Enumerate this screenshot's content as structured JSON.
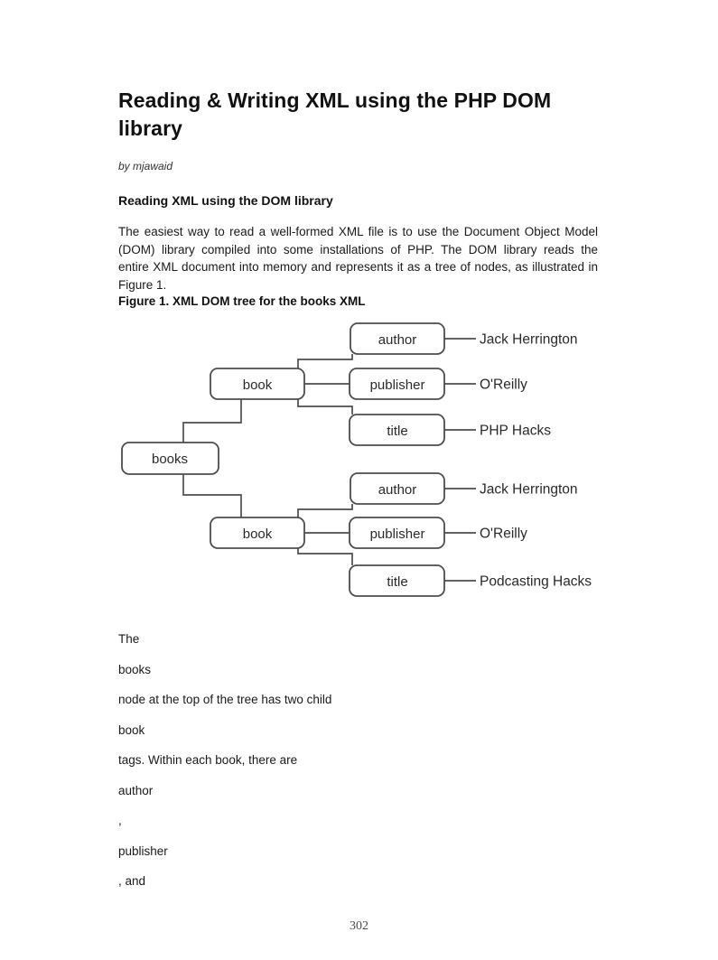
{
  "colors": {
    "page_background": "#ffffff",
    "text": "#1a1a1a",
    "page_number_text": "#4a4a4a",
    "diagram_stroke": "#4d4d4d"
  },
  "article": {
    "title_lines": [
      "Reading & Writing XML using the PHP DOM",
      "library"
    ],
    "byline": "by mjawaid",
    "section_heading": "Reading XML using the DOM library",
    "paragraph_lines": [
      "The easiest way to read a well-formed XML file is to use the Document Object Model",
      "(DOM) library compiled into some installations of PHP. The DOM library reads the",
      "entire XML document into memory and represents it as a tree of nodes, as illustrated in",
      "Figure 1."
    ],
    "figure_caption": "Figure 1. XML DOM tree for the books XML",
    "after_figure_lines": [
      "The",
      "books",
      "node at the top of the tree has two child",
      "book",
      "tags. Within each book, there are",
      "author",
      ",",
      "publisher",
      ", and"
    ],
    "page_number": "302"
  },
  "figure": {
    "description": "XML DOM tree diagram",
    "root": {
      "label": "books"
    },
    "books": [
      {
        "label": "book",
        "children": [
          {
            "label": "author",
            "value": "Jack Herrington"
          },
          {
            "label": "publisher",
            "value": "O'Reilly"
          },
          {
            "label": "title",
            "value": "PHP Hacks"
          }
        ]
      },
      {
        "label": "book",
        "children": [
          {
            "label": "author",
            "value": "Jack Herrington"
          },
          {
            "label": "publisher",
            "value": "O'Reilly"
          },
          {
            "label": "title",
            "value": "Podcasting Hacks"
          }
        ]
      }
    ]
  }
}
